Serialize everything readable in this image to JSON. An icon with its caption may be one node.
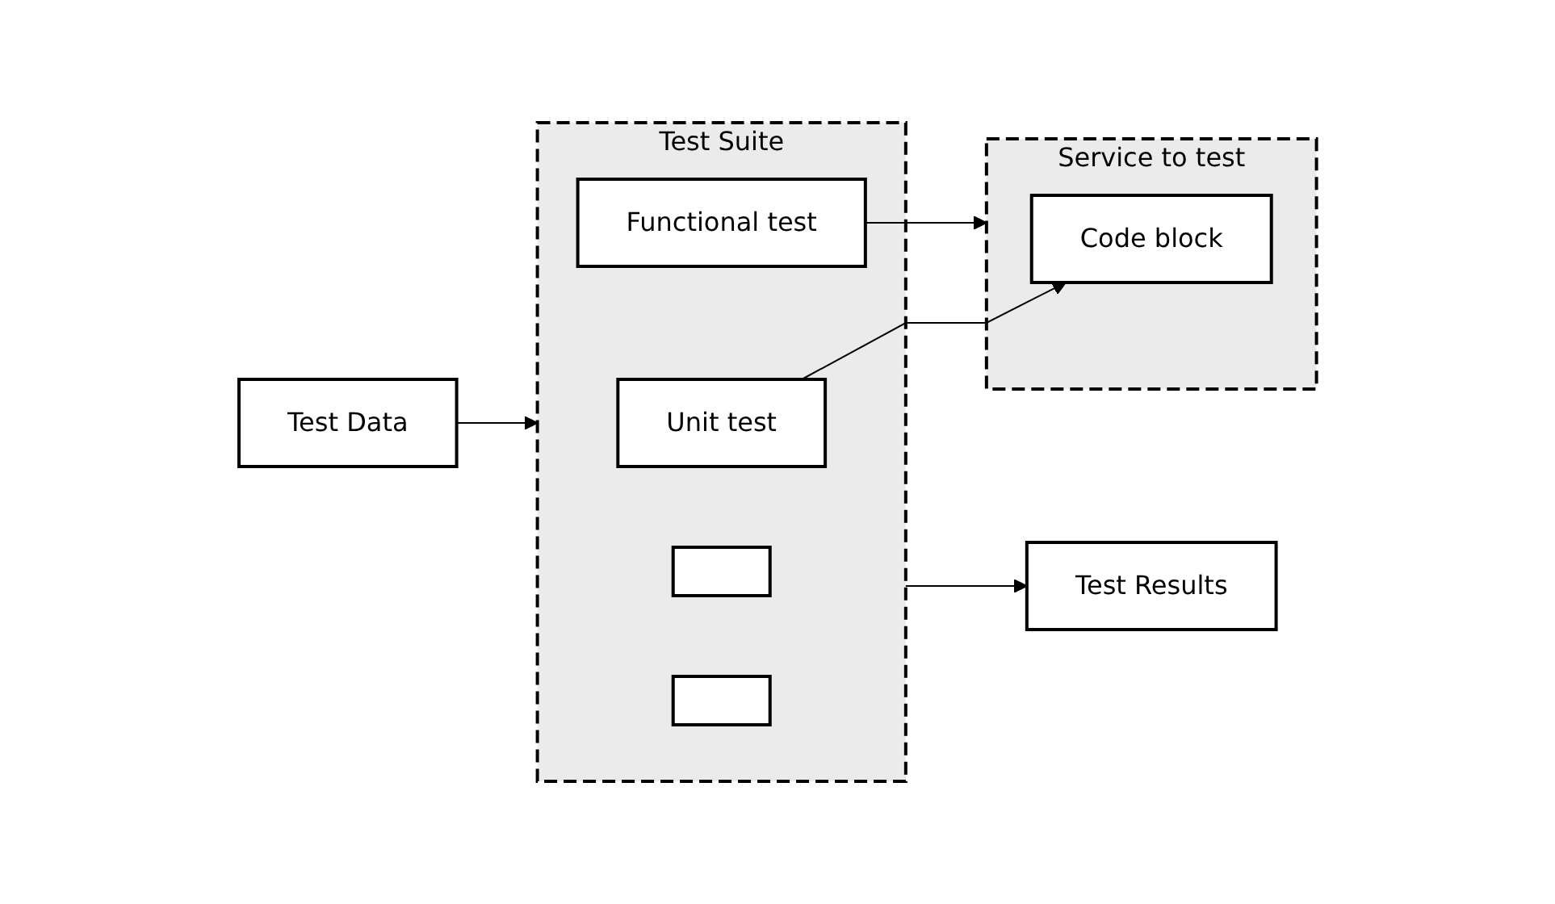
{
  "diagram": {
    "nodes": [
      {
        "text": [
          "Test Suite"
        ]
      },
      {
        "text": [
          "Unit test"
        ],
        "in": 0
      },
      {
        "text": [
          "Functional test"
        ],
        "in": 0
      },
      {
        "text": [],
        "shape": "box",
        "in": 0
      },
      {
        "text": [],
        "shape": "box",
        "in": 0
      },
      {
        "text": [
          "Service to test"
        ]
      },
      {
        "text": [
          "Code block"
        ],
        "in": 5
      },
      {
        "text": [
          "Test Data"
        ]
      },
      {
        "text": [
          "Test Results"
        ]
      }
    ],
    "edges": [
      {
        "from": 1,
        "to": 6,
        "arrow": "to"
      },
      {
        "from": 2,
        "to": 5,
        "arrow": "to"
      },
      {
        "from": 7,
        "to": 0,
        "arrow": "to"
      },
      {
        "from": 0,
        "to": 8,
        "arrow": "to"
      }
    ]
  }
}
